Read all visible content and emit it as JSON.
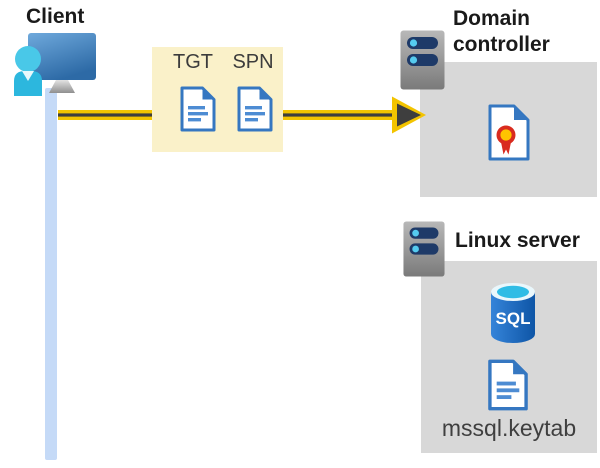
{
  "client": {
    "label": "Client"
  },
  "token_box": {
    "tgt_label": "TGT",
    "spn_label": "SPN"
  },
  "domain_controller": {
    "title": "Domain controller"
  },
  "linux_server": {
    "title": "Linux server",
    "sql_label": "SQL",
    "keytab_label": "mssql.keytab"
  },
  "colors": {
    "panel_gray": "#d8d8d8",
    "token_box_yellow": "#faf1c9",
    "arrow_gold": "#f3c400",
    "arrow_core_dark": "#3e3e3e",
    "timeline_blue": "#c5daf7",
    "monitor_blue_top": "#6fa9dc",
    "monitor_blue_bottom": "#2d6aa6",
    "person_cyan": "#2cb7de",
    "document_blue": "#3577c1",
    "document_line_blue": "#4d8cd3",
    "server_body_gray": "#9a9a9a",
    "server_bar_navy": "#1e3a68",
    "server_dot_cyan": "#55cbef",
    "sql_body_blue": "#1060b2",
    "sql_top_cyan": "#2fbce5",
    "certificate_red": "#d92b1f",
    "certificate_gold": "#ffc400",
    "title_text": "#1a1a1a",
    "label_text": "#3c3c3c"
  }
}
